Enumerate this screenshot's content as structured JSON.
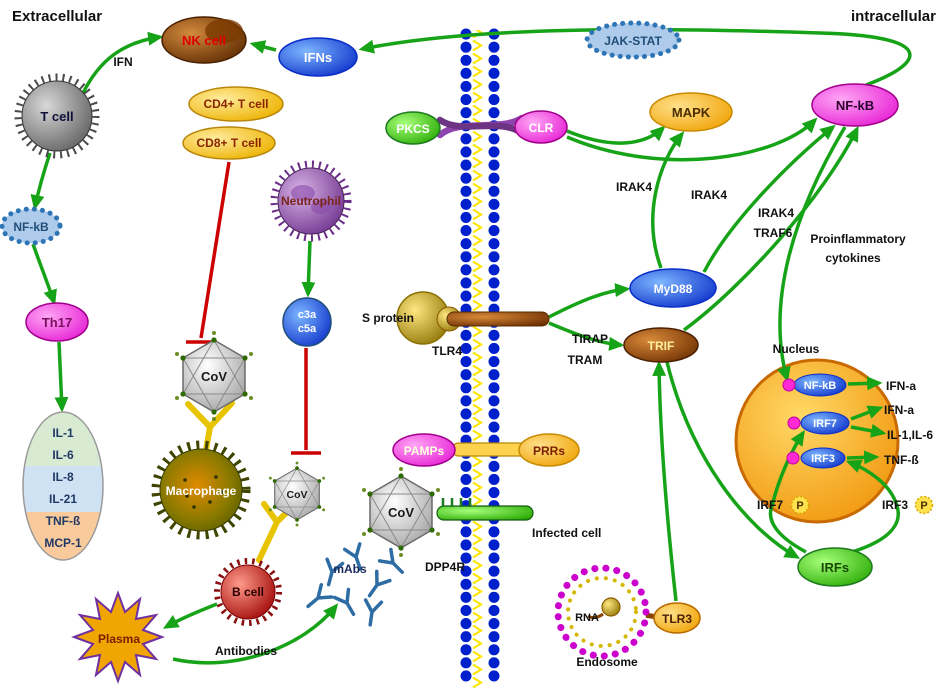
{
  "compartments": {
    "extracellular": "Extracellular",
    "intracellular": "intracellular"
  },
  "cells": {
    "nk_cell": "NK cell",
    "t_cell": "T cell",
    "cd4": "CD4+ T cell",
    "cd8": "CD8+ T cell",
    "neutrophil": "Neutrophil",
    "macrophage": "Macrophage",
    "b_cell": "B cell",
    "plasma": "Plasma",
    "infected_cell": "Infected cell"
  },
  "molecules": {
    "ifn": "IFN",
    "ifns": "IFNs",
    "nfkb_left": "NF-kB",
    "th17": "Th17",
    "c3a": "c3a",
    "c5a": "c5a",
    "cov": "CoV",
    "mabs": "mAbs",
    "antibodies": "Antibodies",
    "jak_stat": "JAK-STAT",
    "pkcs": "PKCS",
    "clr": "CLR",
    "mapk": "MAPK",
    "nfkb_right": "NF-kB",
    "myd88": "MyD88",
    "trif": "TRIF",
    "irak4_1": "IRAK4",
    "irak4_2": "IRAK4",
    "irak4_3": "IRAK4",
    "traf6": "TRAF6",
    "tirap": "TIRAP",
    "tram": "TRAM",
    "s_protein": "S protein",
    "tlr4": "TLR4",
    "pamps": "PAMPs",
    "prrs": "PRRs",
    "dpp4r": "DPP4R",
    "tlr3": "TLR3",
    "rna": "RNA",
    "endosome": "Endosome",
    "irfs": "IRFs",
    "proinflammatory_line1": "Proinflammatory",
    "proinflammatory_line2": "cytokines"
  },
  "cytokine_panel": [
    "IL-1",
    "IL-6",
    "IL-8",
    "IL-21",
    "TNF-ß",
    "MCP-1"
  ],
  "nucleus": {
    "label": "Nucleus",
    "tf_nfkb": "NF-kB",
    "tf_irf7": "IRF7",
    "tf_irf3": "IRF3",
    "out_1": "IFN-a",
    "out_2": "IFN-a",
    "out_3": "IL-1,IL-6",
    "out_4": "TNF-ß",
    "irf7_p": "IRF7",
    "irf3_p": "IRF3",
    "p_badge": "P"
  },
  "colors": {
    "arrow_green": "#17a317",
    "inhibition_red": "#cc0000",
    "membrane_bead_blue": "#0020cc",
    "membrane_zigzag_yellow": "#ffe600",
    "nucleus_orange": "#f5a623",
    "antibody_blue": "#2e6da4",
    "antibody_yellow": "#e8c400"
  }
}
